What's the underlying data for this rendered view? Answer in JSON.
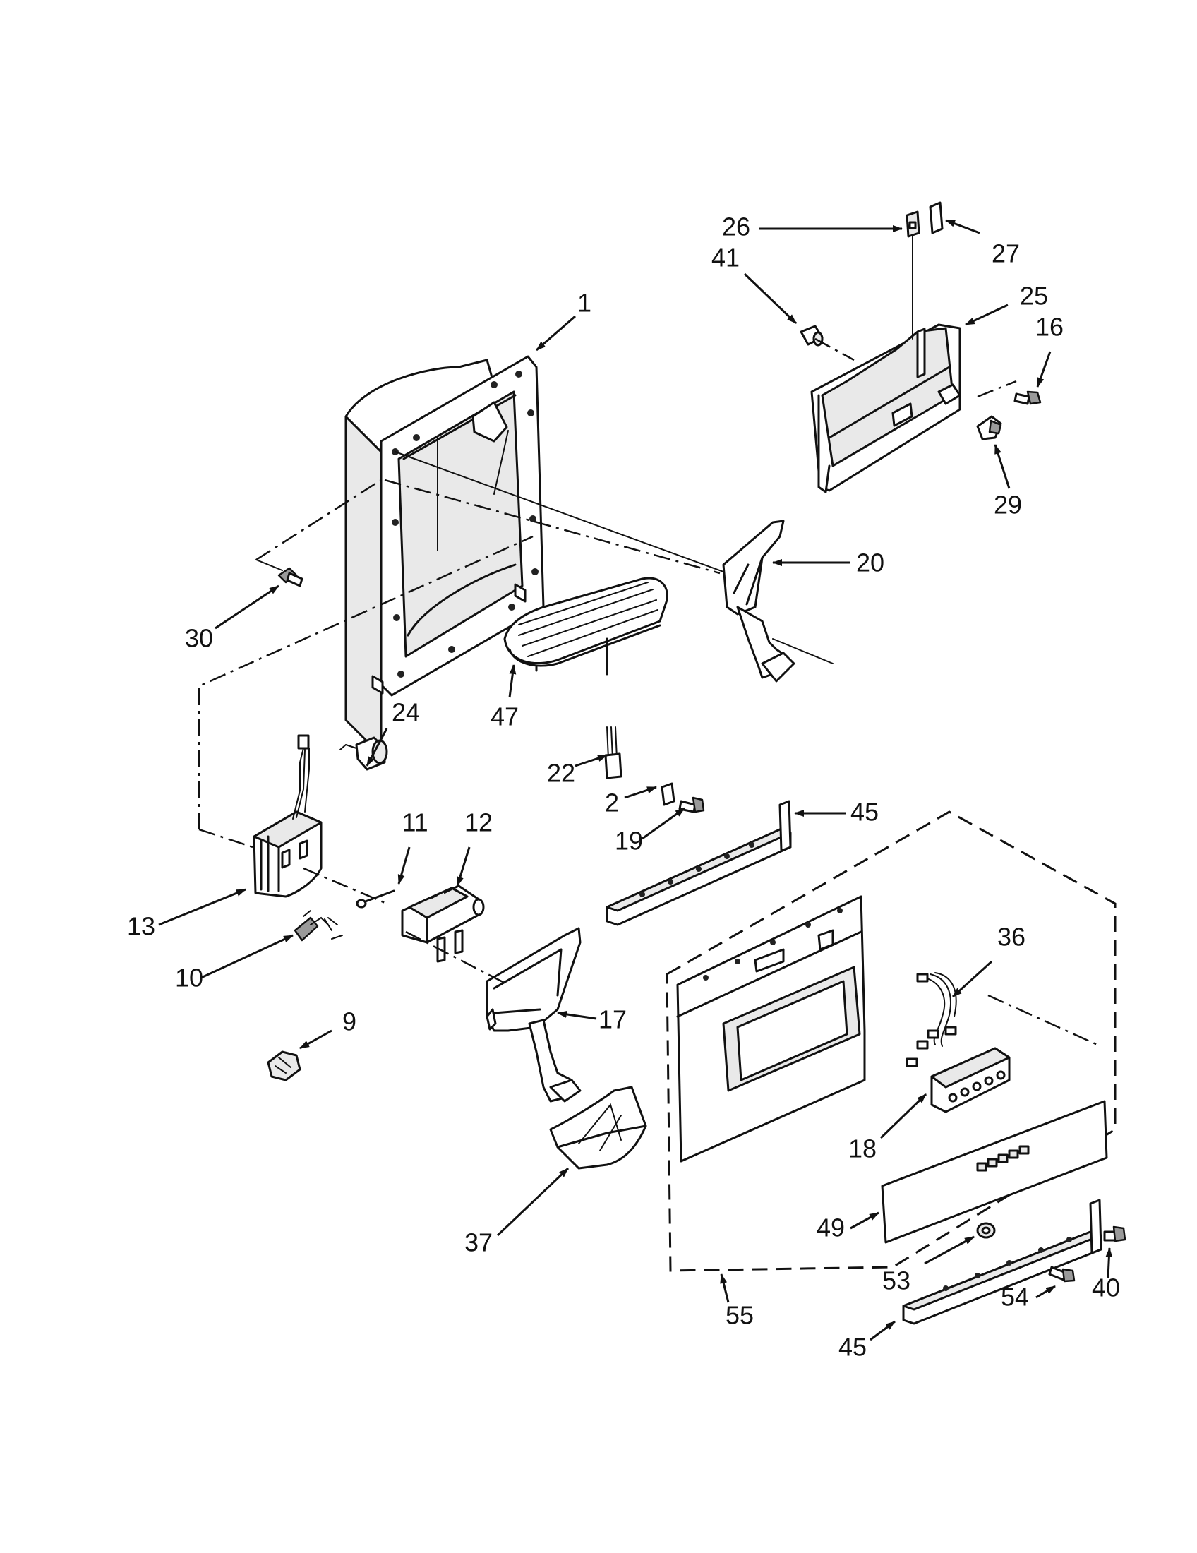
{
  "labels": {
    "p1": "1",
    "p2": "2",
    "p9": "9",
    "p10": "10",
    "p11": "11",
    "p12": "12",
    "p13": "13",
    "p16": "16",
    "p17": "17",
    "p18": "18",
    "p19": "19",
    "p20": "20",
    "p22": "22",
    "p24": "24",
    "p25": "25",
    "p26": "26",
    "p27": "27",
    "p29": "29",
    "p30": "30",
    "p36": "36",
    "p37": "37",
    "p40": "40",
    "p41": "41",
    "p45a": "45",
    "p45b": "45",
    "p47": "47",
    "p49": "49",
    "p53": "53",
    "p54": "54",
    "p55": "55"
  },
  "colors": {
    "line": "#111111",
    "background": "#ffffff"
  }
}
